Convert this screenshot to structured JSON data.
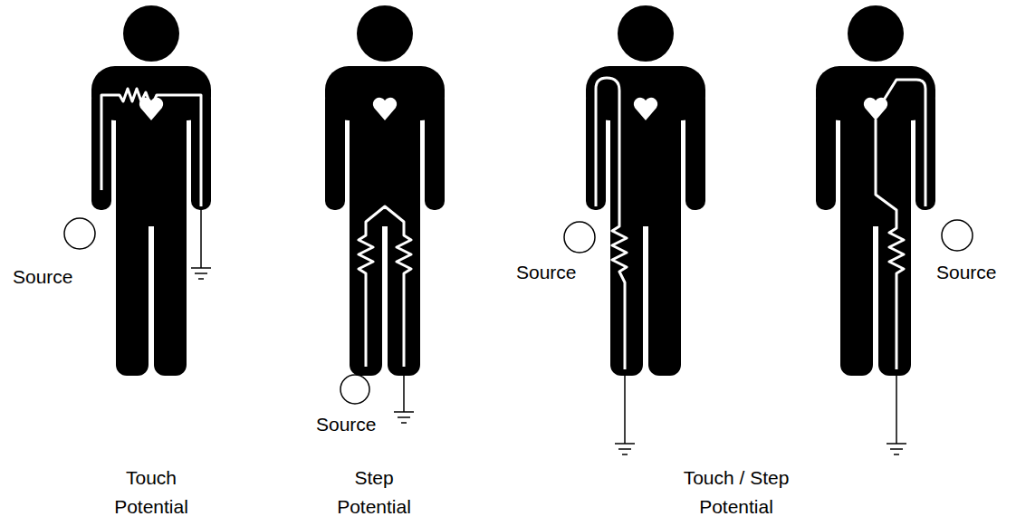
{
  "diagram": {
    "labels": [
      "Source",
      "Source",
      "Source",
      "Source",
      "Touch Potential",
      "Step Potential",
      "Touch / Step Potential"
    ]
  }
}
